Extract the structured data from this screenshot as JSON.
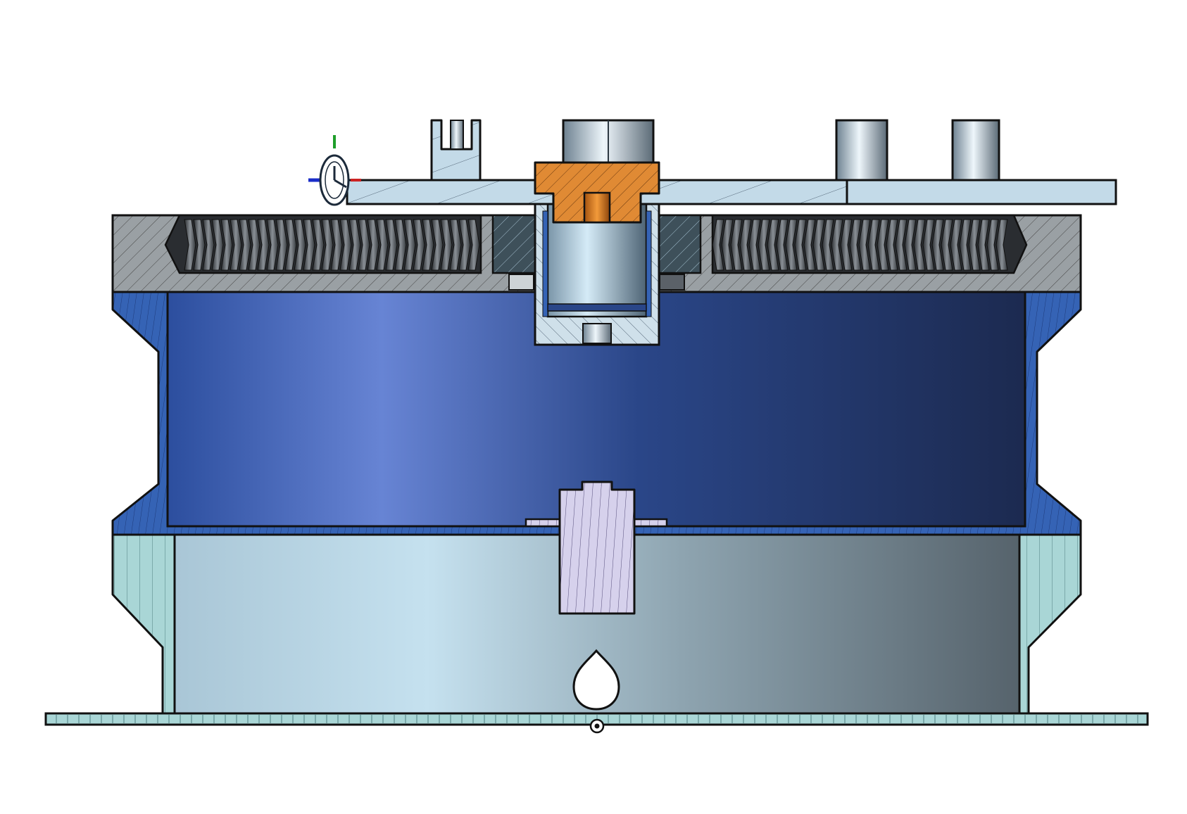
{
  "title": "",
  "view": "section-view",
  "colors": {
    "background": "#ffffff",
    "outline": "#111111",
    "hatch": "#3a4a5a",
    "plate": "#c3dae8",
    "lid": "#9aa0a4",
    "drum_body": "#2d4f9c",
    "drum_highlight": "#6784d4",
    "drum_dark": "#1c2a50",
    "drum_flange": "#3563b5",
    "base": "#a9d6d6",
    "base_interior_light": "#c5e1ef",
    "base_interior_dark": "#56636c",
    "nut": "#e08a34",
    "bushing_block": "#3e505a",
    "coupler": "#d6d1ec",
    "axis_x": "#cc2222",
    "axis_y": "#1e9e2a",
    "axis_z": "#1a2cc8"
  },
  "parts": [
    {
      "name": "top-plate",
      "label": ""
    },
    {
      "name": "lid",
      "label": ""
    },
    {
      "name": "bearing-rollers",
      "label": ""
    },
    {
      "name": "drum-housing",
      "label": ""
    },
    {
      "name": "base-housing",
      "label": ""
    },
    {
      "name": "hex-nut",
      "label": ""
    },
    {
      "name": "shaft-sleeve",
      "label": ""
    },
    {
      "name": "coupler-shaft",
      "label": ""
    },
    {
      "name": "mounting-flange",
      "label": ""
    }
  ],
  "icons": {
    "triad": "coordinate-triad-icon",
    "mate": "mate-connector-icon",
    "origin": "origin-point-icon"
  }
}
